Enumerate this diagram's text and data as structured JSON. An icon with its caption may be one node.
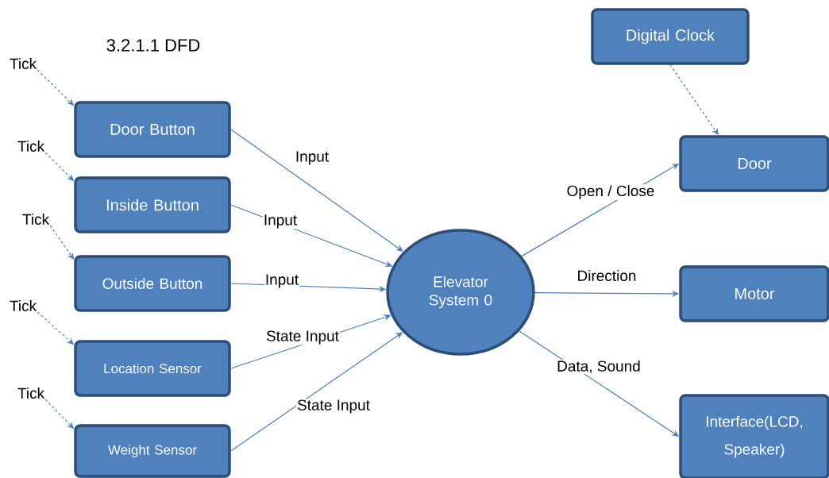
{
  "diagram": {
    "title": "3.2.1.1   DFD",
    "nodes": [
      {
        "text": [
          "Door Button"
        ]
      },
      {
        "text": [
          "Inside Button"
        ]
      },
      {
        "text": [
          "Outside Button"
        ]
      },
      {
        "text": [
          "Location Sensor"
        ]
      },
      {
        "text": [
          "Weight Sensor"
        ]
      },
      {
        "text": [
          "Elevator System 0"
        ]
      },
      {
        "text": [
          "Digital Clock"
        ]
      },
      {
        "text": [
          "Door"
        ]
      },
      {
        "text": [
          "Motor"
        ]
      },
      {
        "text": [
          "Interface(LCD, Speaker)"
        ]
      },
      {
        "text": [
          "Tick"
        ]
      },
      {
        "text": [
          "Tick"
        ]
      },
      {
        "text": [
          "Tick"
        ]
      },
      {
        "text": [
          "Tick"
        ]
      },
      {
        "text": [
          "Tick"
        ]
      }
    ],
    "edges": [
      {
        "from": 0,
        "to": 5,
        "arrow": "to",
        "label": "Input"
      },
      {
        "from": 1,
        "to": 5,
        "arrow": "to",
        "label": "Input"
      },
      {
        "from": 2,
        "to": 5,
        "arrow": "to",
        "label": "Input"
      },
      {
        "from": 3,
        "to": 5,
        "arrow": "to",
        "label": "State Input"
      },
      {
        "from": 4,
        "to": 5,
        "arrow": "to",
        "label": "State Input"
      },
      {
        "from": 5,
        "to": 7,
        "arrow": "to",
        "label": "Open / Close"
      },
      {
        "from": 5,
        "to": 8,
        "arrow": "to",
        "label": "Direction"
      },
      {
        "from": 5,
        "to": 9,
        "arrow": "to",
        "label": "Data, Sound"
      },
      {
        "from": 6,
        "to": 7,
        "arrow": "to",
        "style": "dashed"
      },
      {
        "from": 10,
        "to": 0,
        "arrow": "to",
        "style": "dashed"
      },
      {
        "from": 11,
        "to": 1,
        "arrow": "to",
        "style": "dashed"
      },
      {
        "from": 12,
        "to": 2,
        "arrow": "to",
        "style": "dashed"
      },
      {
        "from": 13,
        "to": 3,
        "arrow": "to",
        "style": "dashed"
      },
      {
        "from": 14,
        "to": 4,
        "arrow": "to",
        "style": "dashed"
      }
    ]
  }
}
